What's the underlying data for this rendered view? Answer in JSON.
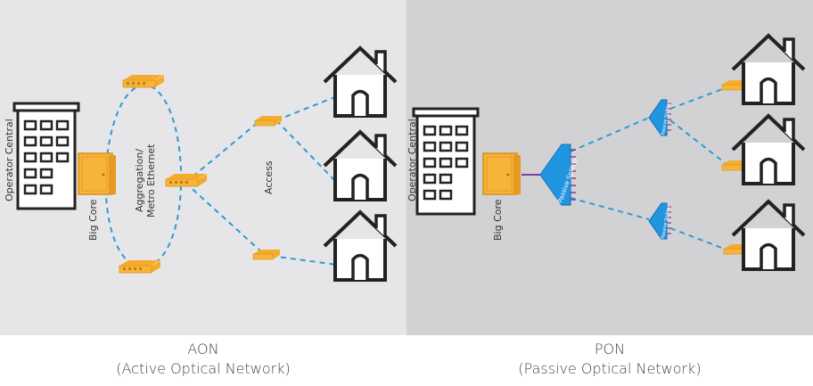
{
  "aon": {
    "title": "AON",
    "subtitle": "(Active Optical Network)",
    "labels": {
      "operator": "Operator Central",
      "core": "Big Core",
      "aggregation_1": "Aggregation/",
      "aggregation_2": "Metro Ethernet",
      "access": "Access"
    }
  },
  "pon": {
    "title": "PON",
    "subtitle": "(Passive Optical Network)",
    "labels": {
      "operator": "Operator Central",
      "core": "Big Core",
      "splitter_main": "Passive Splitter",
      "splitter_top": "Passive Splitter",
      "splitter_bottom": "Passive Splitter"
    }
  },
  "colors": {
    "aon_bg": "#e6e6e8",
    "pon_bg": "#d2d2d4",
    "link": "#2f9ad6",
    "device": "#f7b43a",
    "splitter": "#2196e0",
    "pon_wire": "#7b3f9a"
  }
}
